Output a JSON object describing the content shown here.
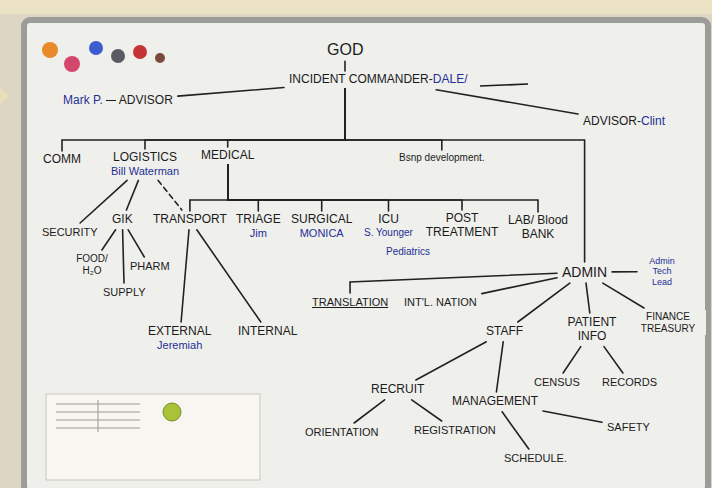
{
  "diagram": {
    "nodes": [
      {
        "text": [
          "GOD"
        ]
      },
      {
        "text": [
          "INCIDENT COMMANDER-",
          "DALE/"
        ]
      },
      {
        "text": [
          "Mark P.",
          "ADVISOR"
        ]
      },
      {
        "text": [
          "ADVISOR-",
          "Clint"
        ]
      },
      {
        "text": [
          "COMM"
        ]
      },
      {
        "text": [
          "LOGISTICS",
          "Bill Waterman"
        ]
      },
      {
        "text": [
          "MEDICAL"
        ]
      },
      {
        "text": [
          "Bsnp development."
        ]
      },
      {
        "text": [
          "SECURITY"
        ]
      },
      {
        "text": [
          "GIK"
        ]
      },
      {
        "text": [
          "FOOD/ H₂O"
        ]
      },
      {
        "text": [
          "PHARM"
        ]
      },
      {
        "text": [
          "SUPPLY"
        ]
      },
      {
        "text": [
          "TRANSPORT"
        ]
      },
      {
        "text": [
          "TRIAGE",
          "Jim"
        ]
      },
      {
        "text": [
          "SURGICAL",
          "MONICA"
        ]
      },
      {
        "text": [
          "ICU",
          "S. Younger"
        ]
      },
      {
        "text": [
          "POST TREATMENT"
        ]
      },
      {
        "text": [
          "LAB/ Blood BANK"
        ]
      },
      {
        "text": [
          "EXTERNAL",
          "Jeremiah"
        ]
      },
      {
        "text": [
          "INTERNAL"
        ]
      },
      {
        "text": [
          "ADMIN"
        ]
      },
      {
        "text": [
          "Admin Tech Lead"
        ]
      },
      {
        "text": [
          "TRANSLATION"
        ]
      },
      {
        "text": [
          "INT'L. NATION"
        ]
      },
      {
        "text": [
          "STAFF"
        ]
      },
      {
        "text": [
          "PATIENT INFO"
        ]
      },
      {
        "text": [
          "FINANCE TREASURY"
        ]
      },
      {
        "text": [
          "CENSUS"
        ]
      },
      {
        "text": [
          "RECORDS"
        ]
      },
      {
        "text": [
          "RECRUIT"
        ]
      },
      {
        "text": [
          "MANAGEMENT"
        ]
      },
      {
        "text": [
          "ORIENTATION"
        ]
      },
      {
        "text": [
          "REGISTRATION"
        ]
      },
      {
        "text": [
          "SCHEDULE."
        ]
      },
      {
        "text": [
          "SAFETY"
        ]
      }
    ],
    "edges": [
      {
        "from": 0,
        "to": 1,
        "arrow": "none"
      },
      {
        "from": 1,
        "to": 2,
        "arrow": "none"
      },
      {
        "from": 1,
        "to": 3,
        "arrow": "none"
      },
      {
        "from": 1,
        "to": 4,
        "arrow": "none"
      },
      {
        "from": 1,
        "to": 5,
        "arrow": "none"
      },
      {
        "from": 1,
        "to": 6,
        "arrow": "none"
      },
      {
        "from": 1,
        "to": 7,
        "arrow": "none"
      },
      {
        "from": 1,
        "to": 21,
        "arrow": "none"
      },
      {
        "from": 5,
        "to": 8,
        "arrow": "none"
      },
      {
        "from": 5,
        "to": 9,
        "arrow": "none"
      },
      {
        "from": 5,
        "to": 13,
        "arrow": "none"
      },
      {
        "from": 9,
        "to": 10,
        "arrow": "none"
      },
      {
        "from": 9,
        "to": 11,
        "arrow": "none"
      },
      {
        "from": 9,
        "to": 12,
        "arrow": "none"
      },
      {
        "from": 6,
        "to": 13,
        "arrow": "none"
      },
      {
        "from": 6,
        "to": 14,
        "arrow": "none"
      },
      {
        "from": 6,
        "to": 15,
        "arrow": "none"
      },
      {
        "from": 6,
        "to": 16,
        "arrow": "none"
      },
      {
        "from": 6,
        "to": 17,
        "arrow": "none"
      },
      {
        "from": 6,
        "to": 18,
        "arrow": "none"
      },
      {
        "from": 13,
        "to": 19,
        "arrow": "none"
      },
      {
        "from": 13,
        "to": 20,
        "arrow": "none"
      },
      {
        "from": 21,
        "to": 22,
        "arrow": "none"
      },
      {
        "from": 21,
        "to": 23,
        "arrow": "none"
      },
      {
        "from": 21,
        "to": 24,
        "arrow": "none"
      },
      {
        "from": 21,
        "to": 25,
        "arrow": "none"
      },
      {
        "from": 21,
        "to": 26,
        "arrow": "none"
      },
      {
        "from": 21,
        "to": 27,
        "arrow": "none"
      },
      {
        "from": 25,
        "to": 30,
        "arrow": "none"
      },
      {
        "from": 25,
        "to": 31,
        "arrow": "none"
      },
      {
        "from": 26,
        "to": 28,
        "arrow": "none"
      },
      {
        "from": 26,
        "to": 29,
        "arrow": "none"
      },
      {
        "from": 30,
        "to": 32,
        "arrow": "none"
      },
      {
        "from": 30,
        "to": 33,
        "arrow": "none"
      },
      {
        "from": 31,
        "to": 34,
        "arrow": "none"
      },
      {
        "from": 31,
        "to": 35,
        "arrow": "none"
      }
    ],
    "labels": [
      "Pediatrics"
    ]
  }
}
